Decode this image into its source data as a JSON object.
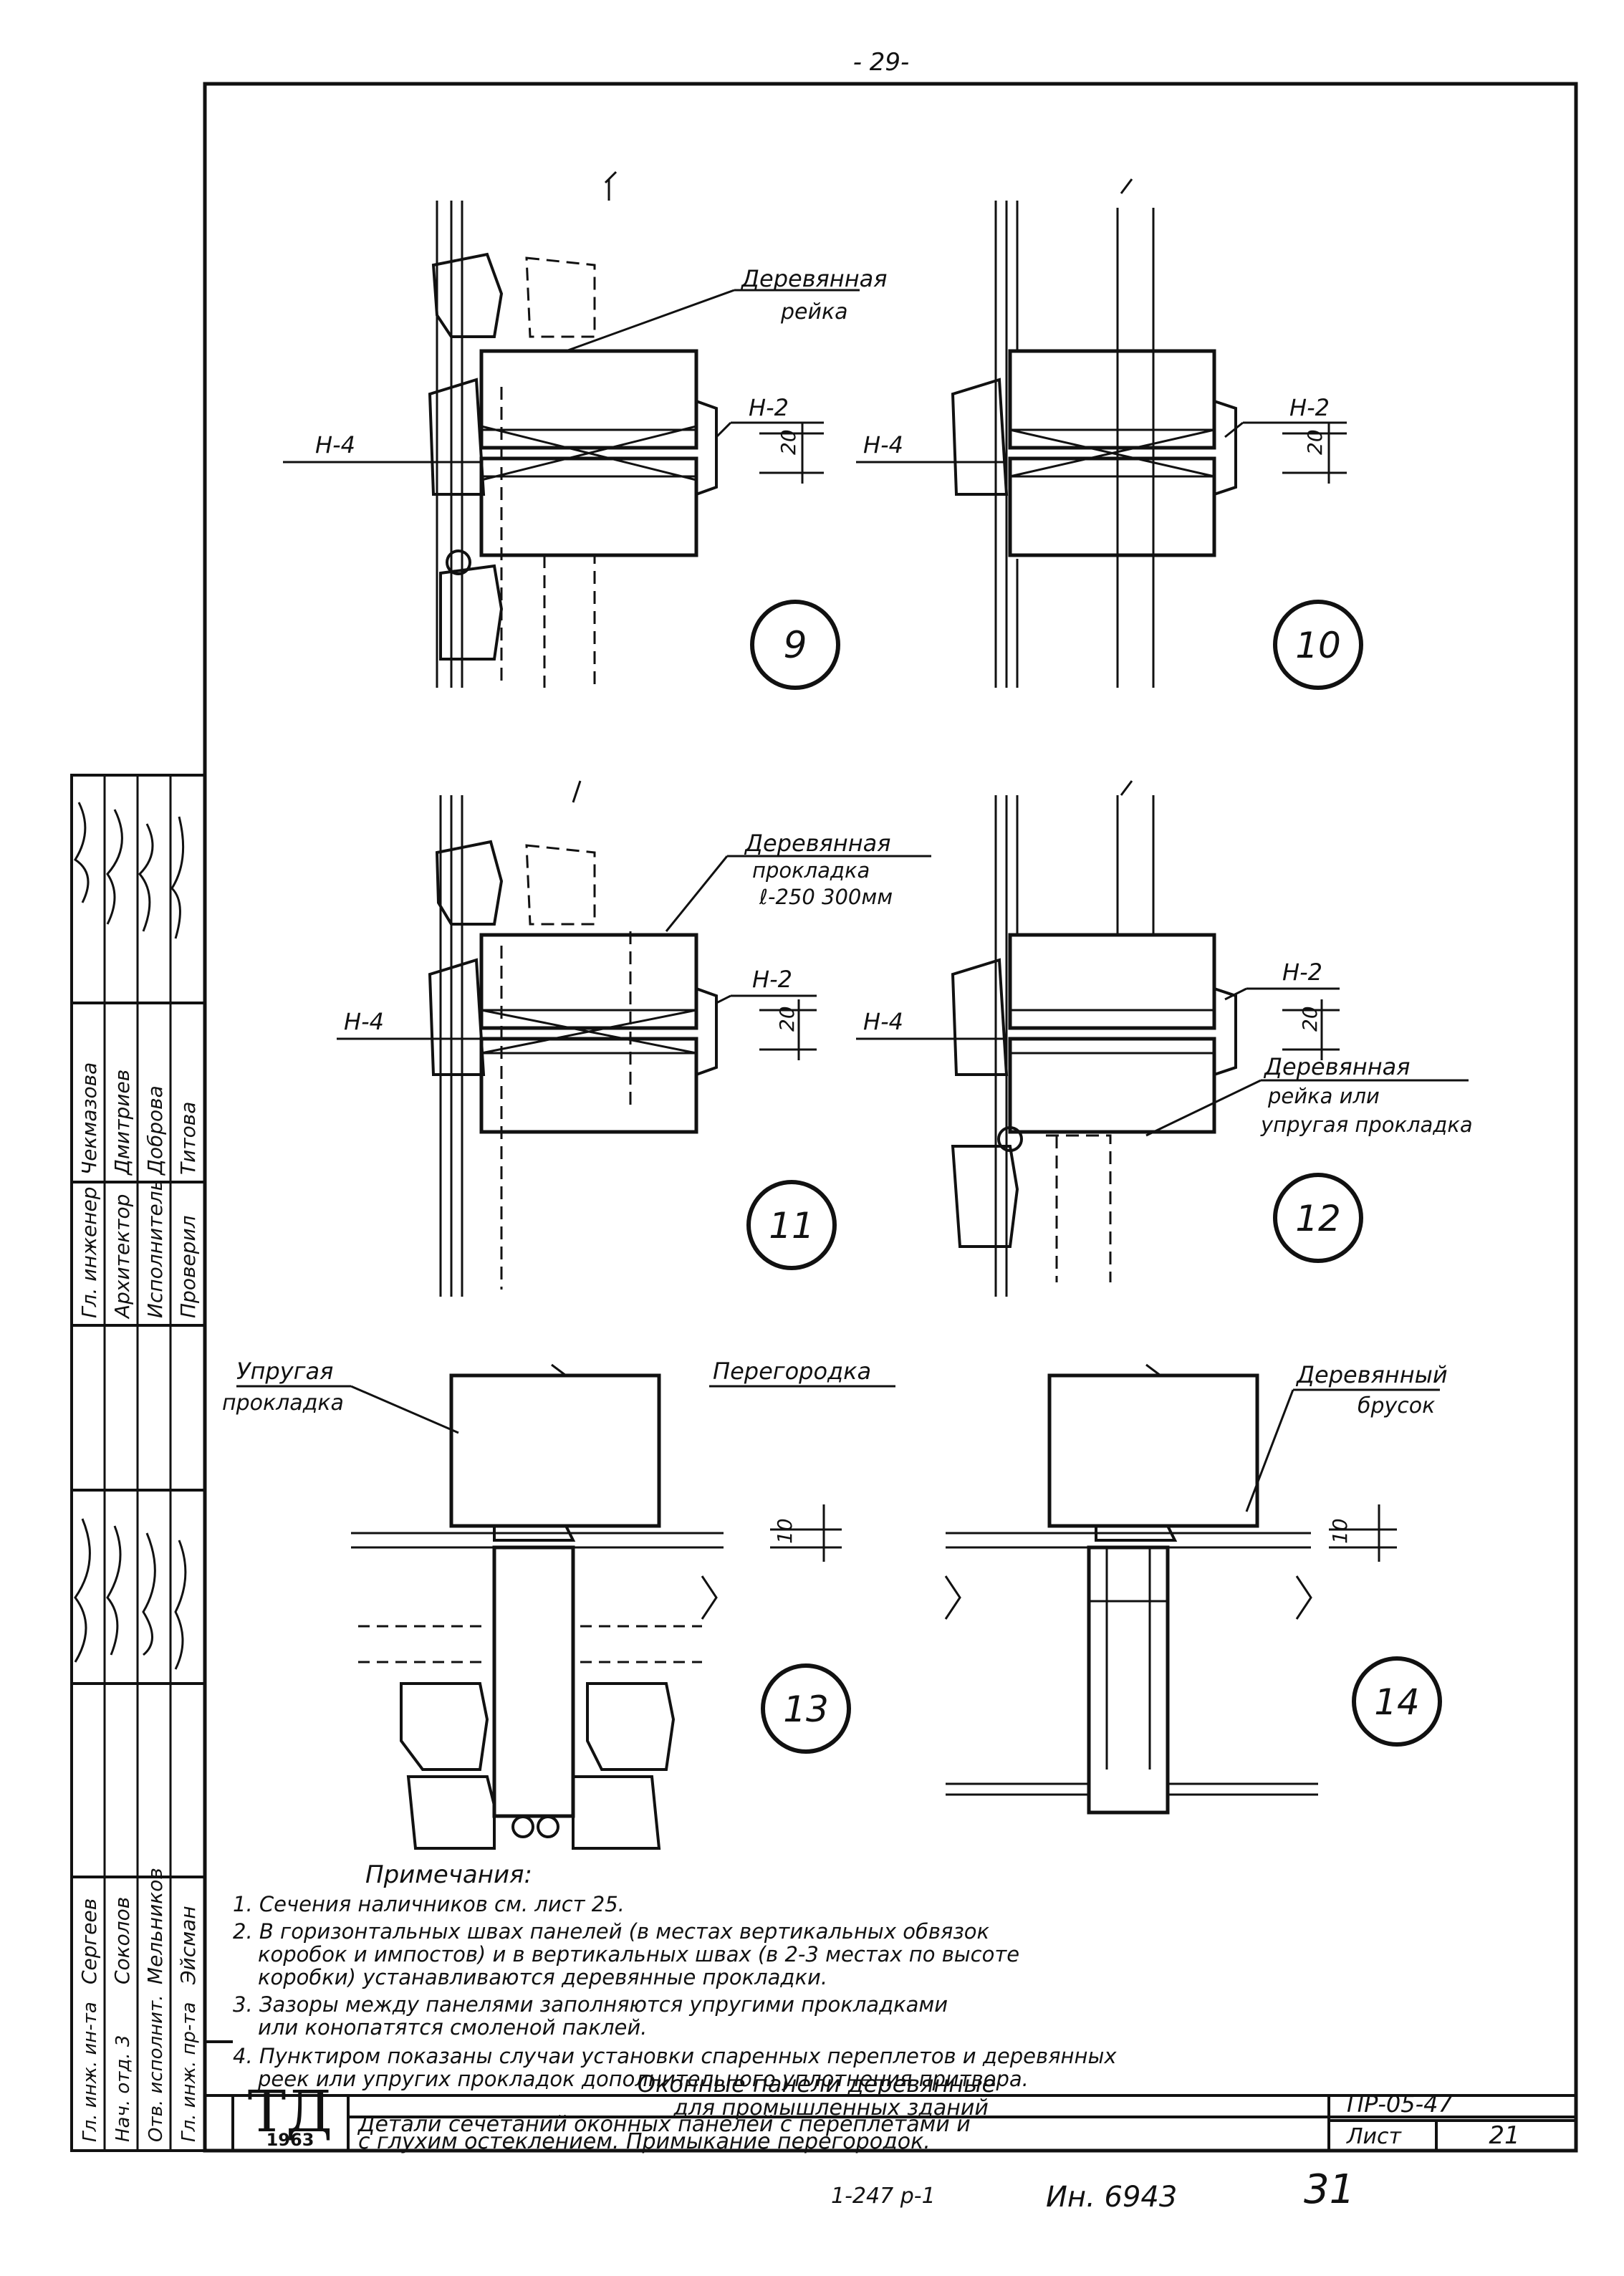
{
  "page_number": "- 29-",
  "details": [
    {
      "id": "9",
      "labels": {
        "left": "Н-4",
        "right": "Н-2",
        "dim": "20",
        "callout": [
          "Деревянная",
          "рейка"
        ]
      }
    },
    {
      "id": "10",
      "labels": {
        "left": "Н-4",
        "right": "Н-2",
        "dim": "20"
      }
    },
    {
      "id": "11",
      "labels": {
        "left": "Н-4",
        "right": "Н-2",
        "dim": "20",
        "callout": [
          "Деревянная",
          "прокладка",
          "ℓ-250 300мм"
        ]
      }
    },
    {
      "id": "12",
      "labels": {
        "left": "Н-4",
        "right": "Н-2",
        "dim": "20",
        "callout": [
          "Деревянная",
          "рейка или",
          "упругая прокладка"
        ]
      }
    },
    {
      "id": "13",
      "labels": {
        "left_callout": [
          "Упругая",
          "прокладка"
        ],
        "right_callout": [
          "Перегородка"
        ],
        "dim": "10"
      }
    },
    {
      "id": "14",
      "labels": {
        "callout": [
          "Деревянный",
          "брусок"
        ],
        "dim": "10"
      }
    }
  ],
  "notes": {
    "title": "Примечания:",
    "lines": [
      "1. Сечения наличников см. лист 25.",
      "2. В горизонтальных швах панелей (в местах вертикальных обвязок",
      "коробок и импостов) и в вертикальных швах (в 2-3 местах по высоте",
      "коробки) устанавливаются деревянные прокладки.",
      "3. Зазоры между панелями заполняются упругими прокладками",
      "или конопатятся смоленой паклей.",
      "4. Пунктиром показаны случаи установки спаренных переплетов и деревянных",
      "реек или упругих прокладок дополнительного уплотнения притвора."
    ]
  },
  "title_block": {
    "logo": "ТД",
    "year": "1963",
    "title_line1": "Оконные панели деревянные",
    "title_line2": "для промышленных зданий",
    "subtitle_line1": "Детали сечетаний оконных панелей с переплетами и",
    "subtitle_line2": "с глухим остеклением. Примыкание перегородок.",
    "code": "ПР-05-47",
    "sheet_label": "Лист",
    "sheet_number": "21"
  },
  "side_stamp": {
    "roles_upper": [
      "Гл. инженер",
      "Архитектор",
      "Исполнитель",
      "Проверил"
    ],
    "names_upper": [
      "Чекмазова",
      "Дмитриев",
      "Доброва",
      "Титова"
    ],
    "roles_lower": [
      "Гл. инж. ин-та",
      "Нач. отд. 3",
      "Отв. исполнит.",
      "Гл. инж. пр-та"
    ],
    "names_lower": [
      "Сергеев",
      "Соколов",
      "Мельников",
      "Эйсман"
    ]
  },
  "footer": {
    "series": "1-247 р-1",
    "inventory": "Ин. 6943",
    "page": "31"
  }
}
